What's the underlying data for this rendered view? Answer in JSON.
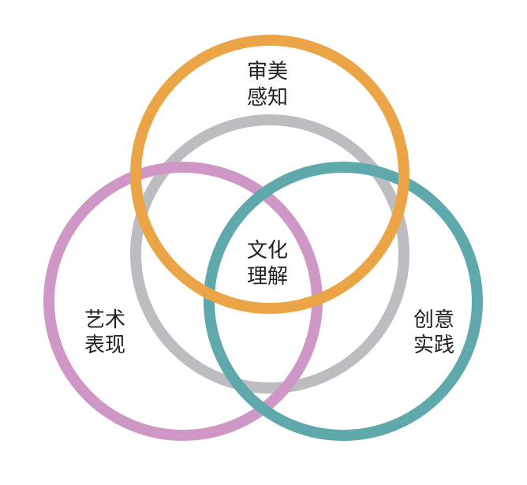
{
  "diagram": {
    "circles": {
      "top": {
        "color": "#eba546"
      },
      "gray": {
        "color": "#bdbdc1"
      },
      "left": {
        "color": "#cf97c5"
      },
      "right": {
        "color": "#5fa8ab"
      }
    },
    "labels": {
      "top": {
        "line1": "审美",
        "line2": "感知"
      },
      "center": {
        "line1": "文化",
        "line2": "理解"
      },
      "left": {
        "line1": "艺术",
        "line2": "表现"
      },
      "right": {
        "line1": "创意",
        "line2": "实践"
      }
    }
  }
}
